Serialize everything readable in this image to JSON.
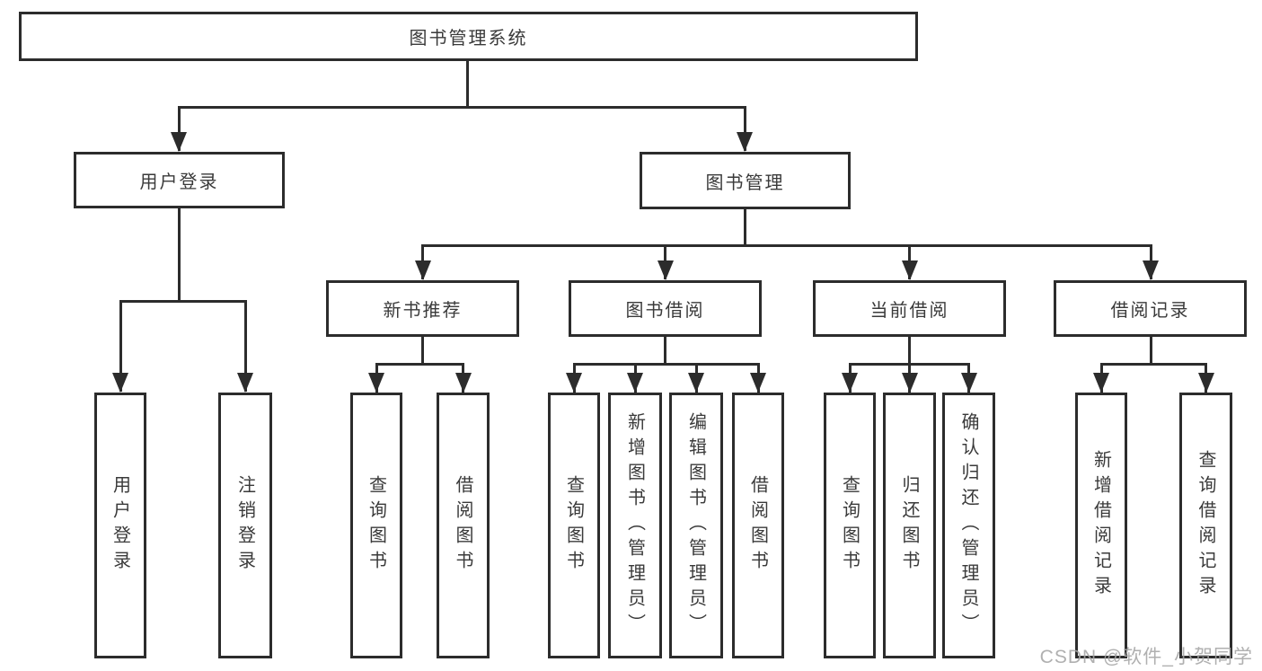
{
  "colors": {
    "line": "#2c2c2c",
    "text": "#3a3a3a",
    "background": "#ffffff",
    "watermark": "#a5a5a5"
  },
  "nodes": {
    "root": "图书管理系统",
    "level2": [
      "用户登录",
      "图书管理"
    ],
    "level3": [
      "新书推荐",
      "图书借阅",
      "当前借阅",
      "借阅记录"
    ],
    "leaves": {
      "user_login": [
        "用户登录",
        "注销登录"
      ],
      "new_book_rec": [
        "查询图书",
        "借阅图书"
      ],
      "book_borrow": [
        "查询图书",
        "新增图书（管理员）",
        "编辑图书（管理员）",
        "借阅图书"
      ],
      "current_borrow": [
        "查询图书",
        "归还图书",
        "确认归还（管理员）"
      ],
      "borrow_record": [
        "新增借阅记录",
        "查询借阅记录"
      ]
    }
  },
  "watermark": "CSDN @软件_小贺同学"
}
